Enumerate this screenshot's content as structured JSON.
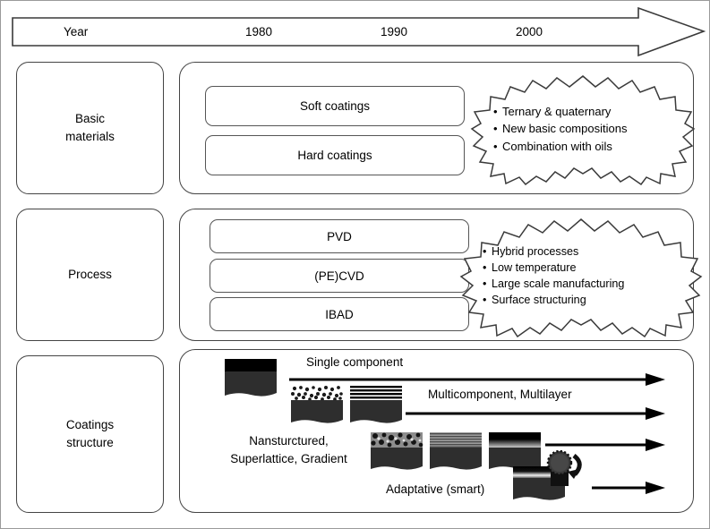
{
  "timeline": {
    "name": "Year",
    "ticks": [
      "1980",
      "1990",
      "2000"
    ]
  },
  "rows": [
    {
      "label": "Basic\nmaterials",
      "label_line1": "Basic",
      "label_line2": "materials",
      "items": [
        "Soft coatings",
        "Hard coatings"
      ],
      "callout": [
        "Ternary & quaternary",
        "New basic compositions",
        "Combination with oils"
      ]
    },
    {
      "label_line1": "Process",
      "label_line2": "",
      "items": [
        "PVD",
        "(PE)CVD",
        "IBAD"
      ],
      "callout": [
        "Hybrid processes",
        "Low temperature",
        "Large scale manufacturing",
        "Surface structuring"
      ]
    },
    {
      "label_line1": "Coatings",
      "label_line2": "structure",
      "arrow_labels": [
        "Single component",
        "Multicomponent, Multilayer",
        "Adaptative (smart)"
      ],
      "structure_caption_line1": "Nansturctured,",
      "structure_caption_line2": "Superlattice, Gradient"
    }
  ],
  "colors": {
    "outline": "#444444",
    "text": "#000000",
    "swatch_base": "#2b2b2b",
    "swatch_top": "#000000",
    "background": "#ffffff"
  }
}
